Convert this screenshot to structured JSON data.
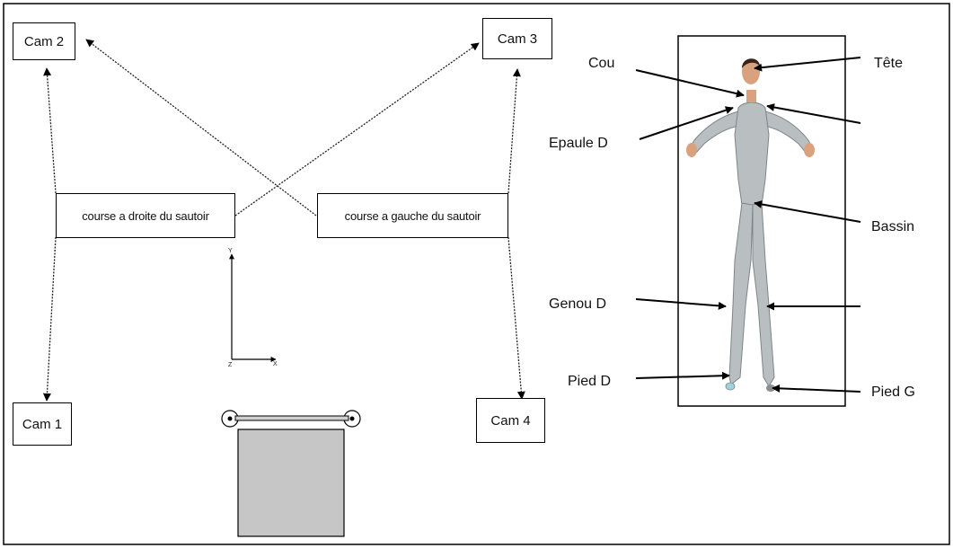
{
  "cameras": {
    "cam1": "Cam 1",
    "cam2": "Cam 2",
    "cam3": "Cam 3",
    "cam4": "Cam 4"
  },
  "runways": {
    "right": "course a droite du sautoir",
    "left": "course a gauche du sautoir"
  },
  "axes": {
    "y": "Y",
    "x": "X",
    "origin": "Z"
  },
  "body_labels": {
    "cou": "Cou",
    "tete": "Tête",
    "epaule_d": "Epaule D",
    "bassin": "Bassin",
    "genou_d": "Genou D",
    "pied_d": "Pied D",
    "pied_g": "Pied G"
  },
  "colors": {
    "stroke": "#000000",
    "mat_fill": "#c6c6c6",
    "figure_body": "#b9bfc1",
    "figure_shade": "#7d8589",
    "skin": "#d9a17e",
    "hair": "#3a2418"
  }
}
